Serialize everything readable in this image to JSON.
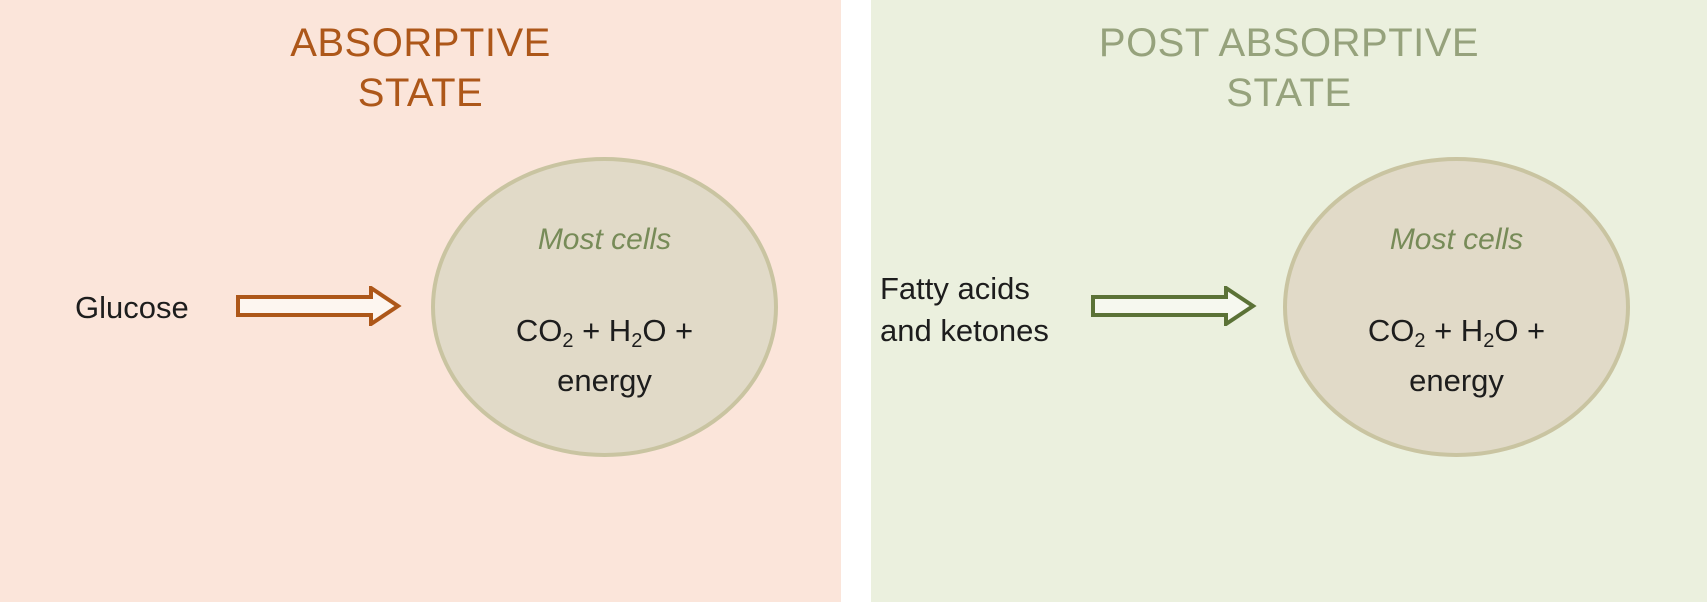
{
  "absorptive": {
    "title_line1": "ABSORPTIVE",
    "title_line2": "STATE",
    "input_label": "Glucose",
    "cell_label": "Most cells",
    "product": {
      "co": "CO",
      "co_sub": "2",
      "mid": " + H",
      "h_sub": "2",
      "end": "O +",
      "line2": "energy"
    },
    "accent_color": "#ad5719",
    "background_color": "#fbe5da"
  },
  "post_absorptive": {
    "title_line1": "POST ABSORPTIVE",
    "title_line2": "STATE",
    "input_label_line1": "Fatty acids",
    "input_label_line2": "and ketones",
    "cell_label": "Most cells",
    "product": {
      "co": "CO",
      "co_sub": "2",
      "mid": " + H",
      "h_sub": "2",
      "end": "O +",
      "line2": "energy"
    },
    "accent_color": "#5b7236",
    "background_color": "#ebf0de"
  },
  "icons": {
    "arrow": "hollow-right-arrow-icon"
  }
}
